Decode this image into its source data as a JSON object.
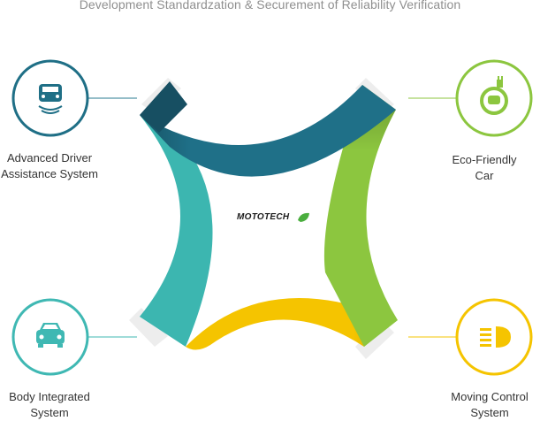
{
  "title": "Development Standardzation & Securement of Reliability Verification",
  "center_logo": {
    "text": "MOTOTECH",
    "accent_color": "#4aae3e"
  },
  "nodes": [
    {
      "key": "adas",
      "label": "Advanced Driver\nAssistance System",
      "color": "#1f6f86",
      "icon": "car-front-sensor-icon"
    },
    {
      "key": "eco",
      "label": "Eco-Friendly\nCar",
      "color": "#8cc63f",
      "icon": "ev-charging-car-icon"
    },
    {
      "key": "body",
      "label": "Body Integrated\nSystem",
      "color": "#3fb8b3",
      "icon": "car-front-icon"
    },
    {
      "key": "move",
      "label": "Moving Control\nSystem",
      "color": "#f5c400",
      "icon": "headlight-icon"
    }
  ],
  "arc_colors": {
    "top": "#1f7088",
    "right": "#8cc63f",
    "left": "#3cb6b0",
    "bottom": "#f5c400"
  }
}
